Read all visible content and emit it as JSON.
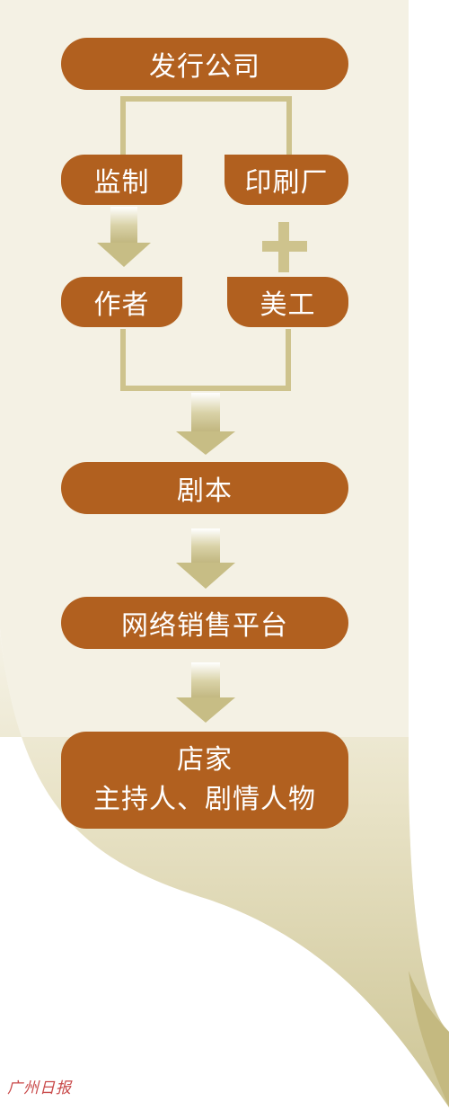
{
  "nodes": {
    "publisher": "发行公司",
    "supervisor": "监制",
    "printer": "印刷厂",
    "author": "作者",
    "artist": "美工",
    "script": "剧本",
    "platform": "网络销售平台",
    "store_line1": "店家",
    "store_line2": "主持人、剧情人物"
  },
  "logo": "广州日报",
  "colors": {
    "box": "#b1601f",
    "panel": "#f4f1e4",
    "connector": "#cec38d",
    "arrow": "#cbc28f"
  }
}
